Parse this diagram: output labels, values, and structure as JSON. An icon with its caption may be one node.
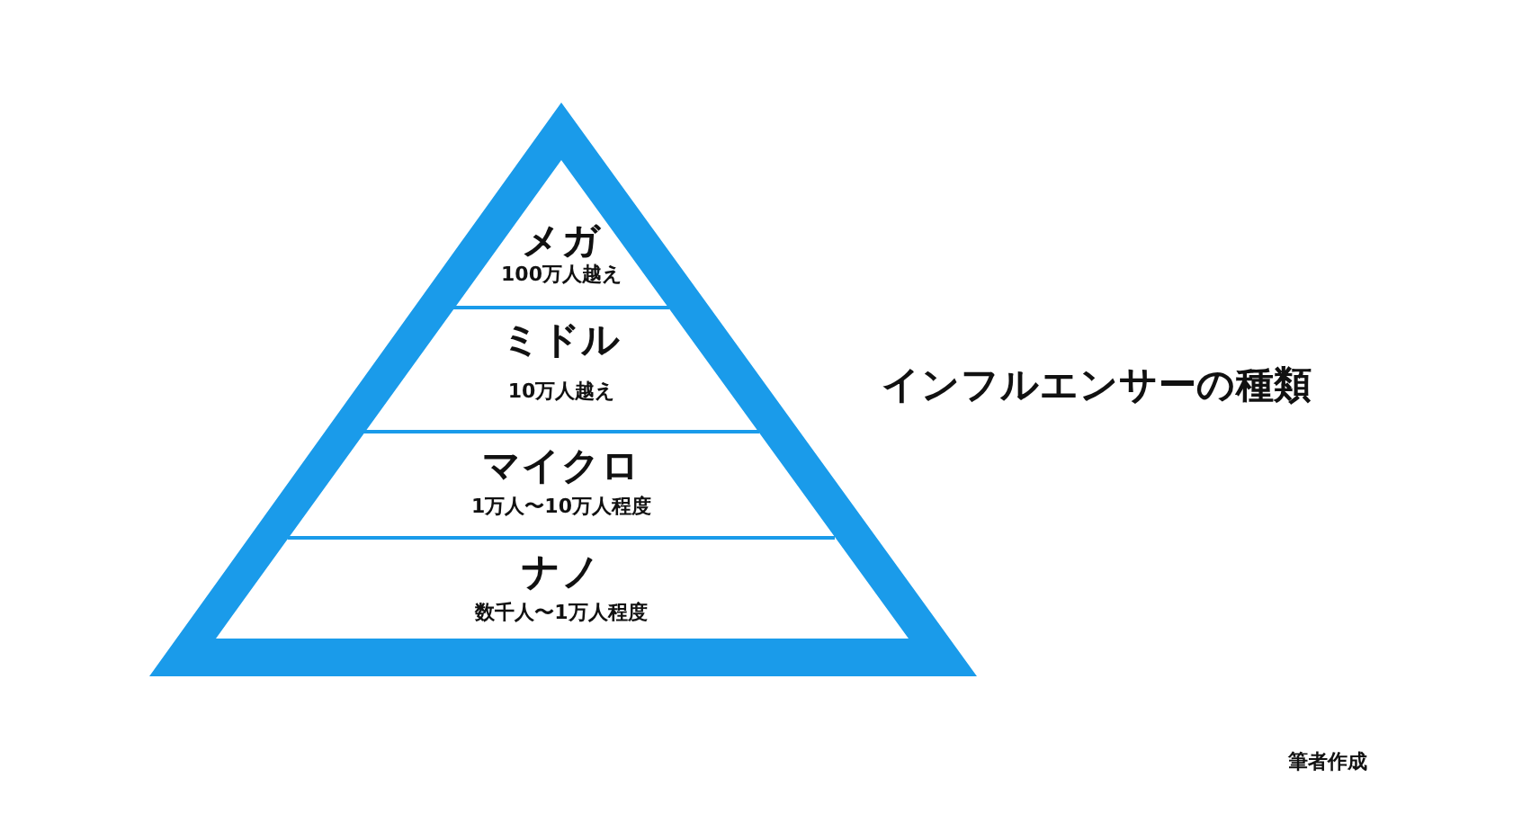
{
  "diagram": {
    "title": "インフルエンサーの種類",
    "caption": "筆者作成",
    "nodes": [
      {
        "text": [
          "メガ",
          "100万人越え"
        ]
      },
      {
        "text": [
          "ミドル",
          "10万人越え"
        ]
      },
      {
        "text": [
          "マイクロ",
          "1万人〜10万人程度"
        ]
      },
      {
        "text": [
          "ナノ",
          "数千人〜1万人程度"
        ]
      }
    ],
    "edges": []
  }
}
